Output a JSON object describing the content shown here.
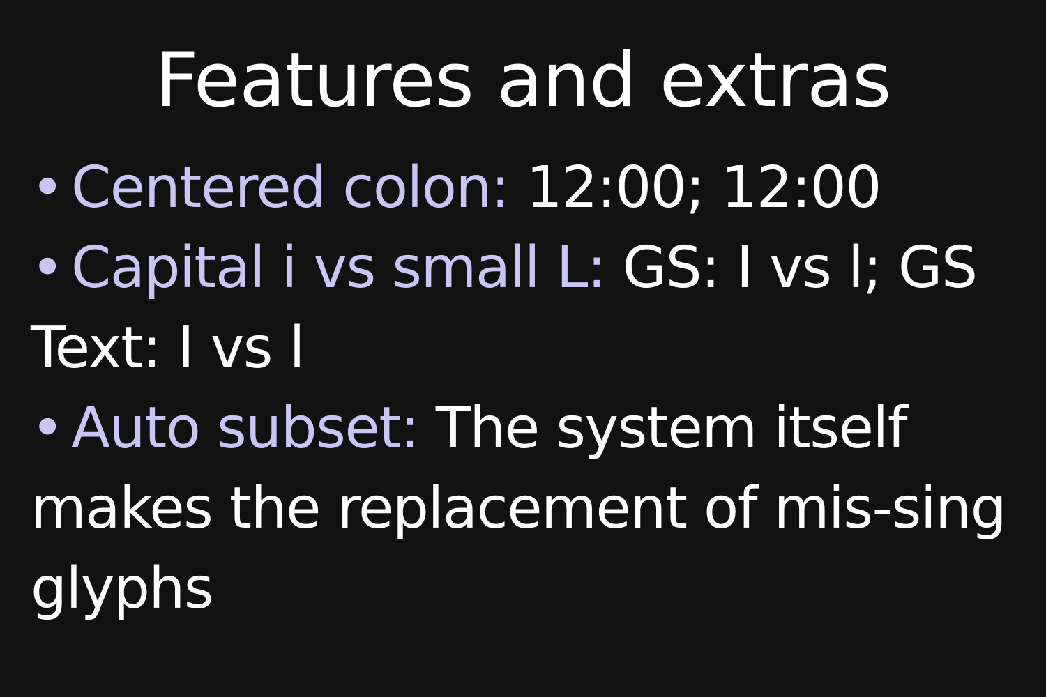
{
  "slide": {
    "title": "Features and extras",
    "bullets": [
      {
        "label": "Centered colon:",
        "text": " 12:00; 12:00"
      },
      {
        "label": "Capital i vs small L:",
        "text": " GS: I vs l; GS Text: I vs l"
      },
      {
        "label": "Auto subset:",
        "text": " The system itself makes the replacement of mis-sing glyphs"
      }
    ]
  },
  "colors": {
    "background": "#111111",
    "title": "#ffffff",
    "label": "#c9c6f5",
    "text": "#ffffff"
  }
}
